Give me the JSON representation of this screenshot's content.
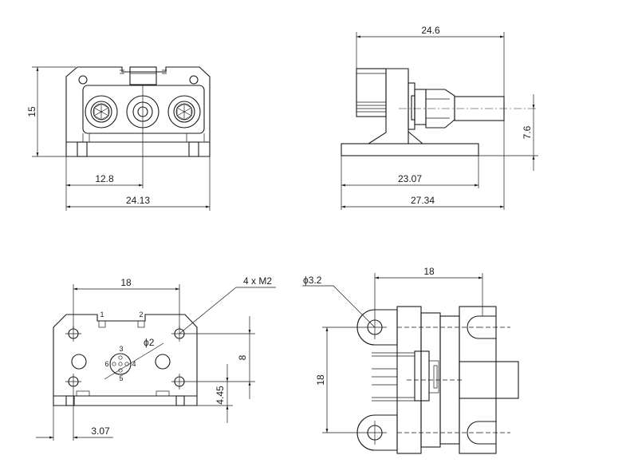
{
  "front_view": {
    "dim_width_total": "24.13",
    "dim_center_offset": "12.8",
    "dim_height": "15"
  },
  "side_view": {
    "dim_top": "24.6",
    "dim_base_inner": "23.07",
    "dim_base_total": "27.34",
    "dim_axis_height": "7.6"
  },
  "rear_view": {
    "dim_width": "18",
    "callout_thread": "4 x  M2",
    "callout_diameter": "ϕ2",
    "pin_labels": [
      "1",
      "2",
      "3",
      "4",
      "5",
      "6"
    ],
    "dim_hole_pitch": "8",
    "dim_hole_height": "4.45",
    "dim_side_offset": "3.07"
  },
  "top_view": {
    "callout_hole": "ϕ3.2",
    "dim_width": "18",
    "dim_height": "18"
  },
  "colors": {
    "line": "#1a1a1a",
    "background": "#ffffff"
  }
}
